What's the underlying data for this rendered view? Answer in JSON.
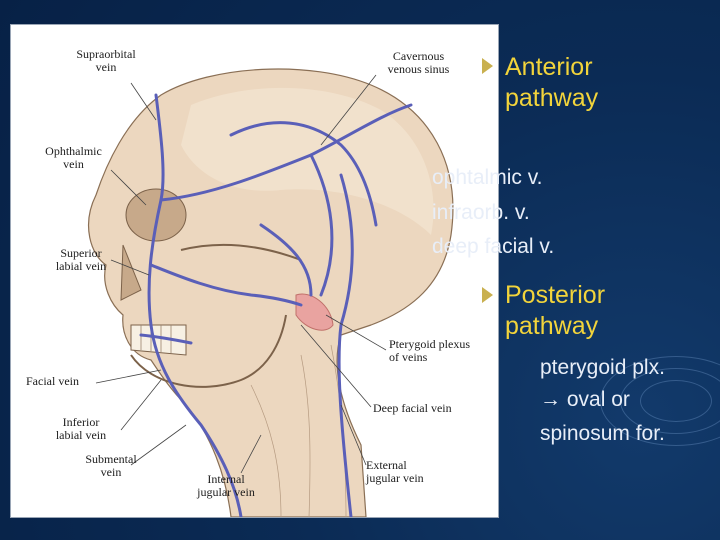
{
  "colors": {
    "background": "#0b2b55",
    "heading": "#f2d43b",
    "body_text": "#e8eef8",
    "vein": "#5a5fb8"
  },
  "figure": {
    "labels": {
      "supraorbital_vein": "Supraorbital\nvein",
      "cavernous_sinus": "Cavernous\nvenous sinus",
      "ophthalmic_vein": "Ophthalmic\nvein",
      "superior_labial_vein": "Superior\nlabial vein",
      "pterygoid_plexus": "Pterygoid plexus\nof veins",
      "facial_vein": "Facial vein",
      "deep_facial_vein": "Deep facial vein",
      "inferior_labial_vein": "Inferior\nlabial vein",
      "submental_vein": "Submental\nvein",
      "internal_jugular_vein": "Internal\njugular vein",
      "external_jugular_vein": "External\njugular vein"
    }
  },
  "content": {
    "anterior": {
      "heading": "Anterior\npathway",
      "items": [
        "ophtalmic v.",
        "infraorb. v.",
        "deep facial v."
      ]
    },
    "posterior": {
      "heading": "Posterior\npathway",
      "items": [
        "pterygoid plx.",
        "→ oval or",
        "spinosum for."
      ]
    }
  }
}
